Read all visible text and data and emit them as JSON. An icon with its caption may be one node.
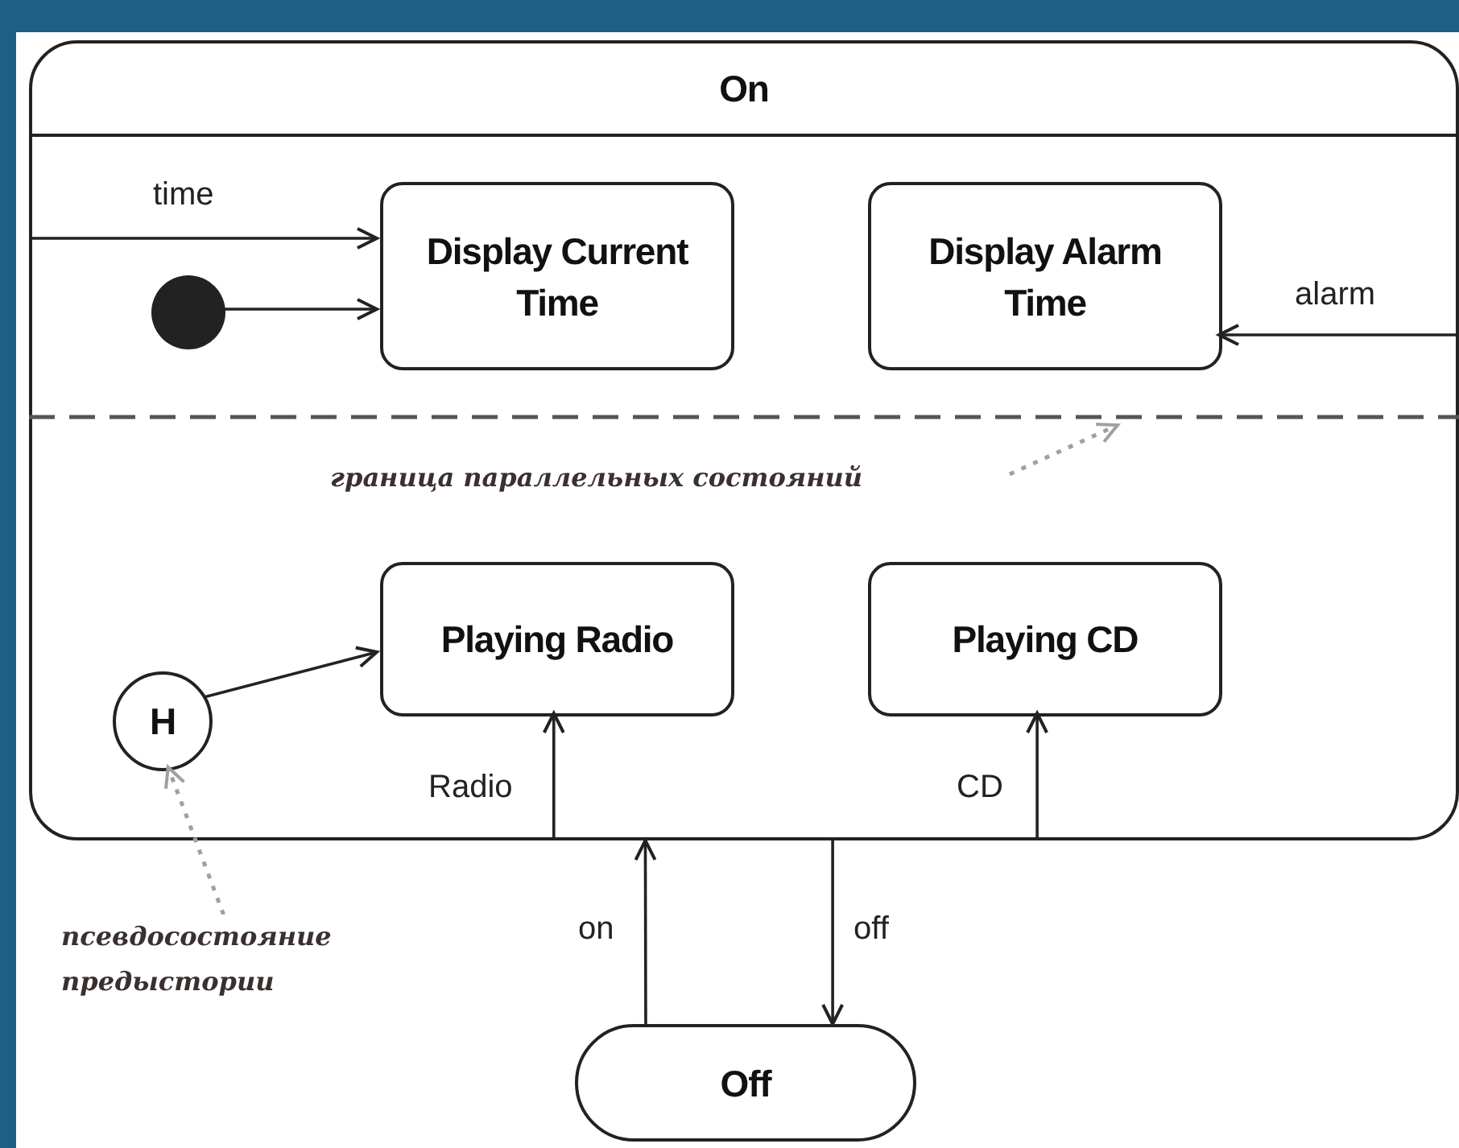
{
  "diagram": {
    "nodes": [
      {
        "text": [
          "On"
        ]
      },
      {
        "text": [
          "Display Current Time"
        ],
        "in": 0
      },
      {
        "text": [
          "Display Alarm Time"
        ],
        "in": 0
      },
      {
        "text": [],
        "shape": "circle",
        "in": 0
      },
      {
        "text": [
          "Playing Radio"
        ],
        "in": 0
      },
      {
        "text": [
          "Playing CD"
        ],
        "in": 0
      },
      {
        "text": [
          "H"
        ],
        "in": 0
      },
      {
        "text": [
          "Off"
        ]
      },
      {
        "text": [
          "граница параллельных состояний"
        ],
        "in": 0
      },
      {
        "text": [
          "псевдосостояние предыстории"
        ]
      }
    ],
    "edges": [
      {
        "from": null,
        "to": 1,
        "arrow": "to",
        "label": "time"
      },
      {
        "from": 3,
        "to": 1,
        "arrow": "to"
      },
      {
        "from": null,
        "to": 2,
        "arrow": "to",
        "label": "alarm"
      },
      {
        "from": 6,
        "to": 4,
        "arrow": "to"
      },
      {
        "from": 0,
        "to": 4,
        "arrow": "to",
        "label": "Radio"
      },
      {
        "from": 0,
        "to": 5,
        "arrow": "to",
        "label": "CD"
      },
      {
        "from": 7,
        "to": 0,
        "arrow": "to",
        "label": "on"
      },
      {
        "from": 0,
        "to": 7,
        "arrow": "to",
        "label": "off"
      },
      {
        "from": 8,
        "to": null,
        "arrow": "to",
        "style": "dashed",
        "color": "#a0a0a0"
      },
      {
        "from": 9,
        "to": 6,
        "arrow": "to",
        "style": "dashed",
        "color": "#a0a0a0"
      }
    ]
  }
}
